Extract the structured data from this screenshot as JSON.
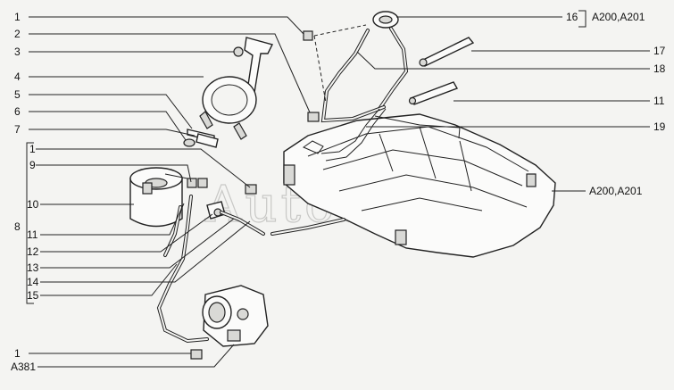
{
  "watermark": "AutoSoft",
  "labels": {
    "l1a": "1",
    "l2": "2",
    "l3": "3",
    "l4": "4",
    "l5": "5",
    "l6": "6",
    "l7": "7",
    "l1b": "1",
    "l9": "9",
    "l10": "10",
    "l8": "8",
    "l11a": "11",
    "l12": "12",
    "l13": "13",
    "l14": "14",
    "l15": "15",
    "l1c": "1",
    "a381": "A381",
    "l16": "16",
    "a200top": "A200,A201",
    "l17": "17",
    "l18": "18",
    "l11b": "11",
    "l19": "19",
    "a200tank": "A200,A201"
  }
}
